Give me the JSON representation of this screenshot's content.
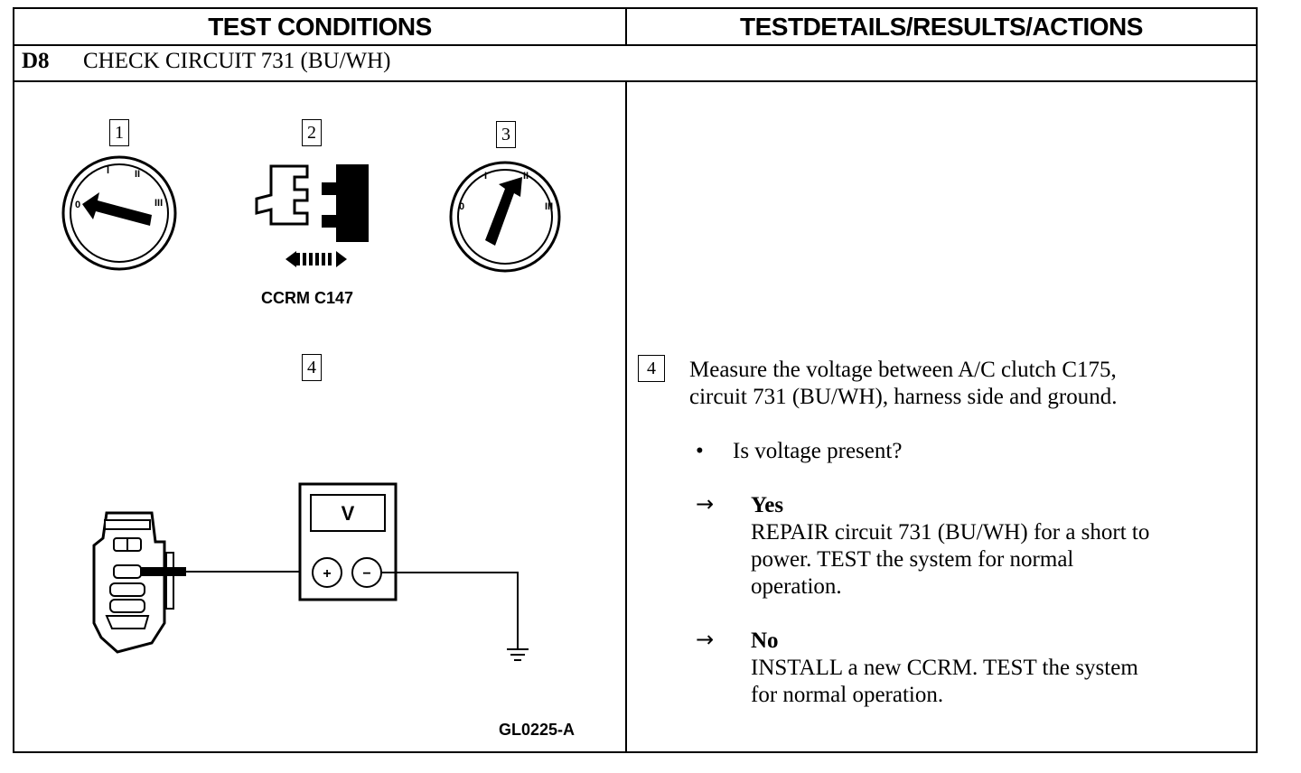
{
  "header": {
    "left": "TEST CONDITIONS",
    "right": "TESTDETAILS/RESULTS/ACTIONS"
  },
  "test": {
    "id": "D8",
    "title": "CHECK CIRCUIT 731 (BU/WH)"
  },
  "conditions": {
    "steps": [
      "1",
      "2",
      "3",
      "4"
    ],
    "connector_label": "CCRM C147",
    "meter_label": "V",
    "meter_plus": "+",
    "meter_minus": "−",
    "figure_code": "GL0225-A",
    "ignition_marks": [
      "0",
      "I",
      "II",
      "III"
    ]
  },
  "details": {
    "step_number": "4",
    "instruction_line1": "Measure the voltage between A/C clutch C175,",
    "instruction_line2": "circuit 731 (BU/WH), harness side and ground.",
    "bullet": "•",
    "question": "Is voltage present?",
    "results": [
      {
        "arrow": "→",
        "answer": "Yes",
        "line1": "REPAIR circuit 731 (BU/WH) for a short to",
        "line2": "power. TEST the system for normal",
        "line3": "operation."
      },
      {
        "arrow": "→",
        "answer": "No",
        "line1": "INSTALL a new CCRM. TEST the system",
        "line2": "for normal operation."
      }
    ]
  }
}
